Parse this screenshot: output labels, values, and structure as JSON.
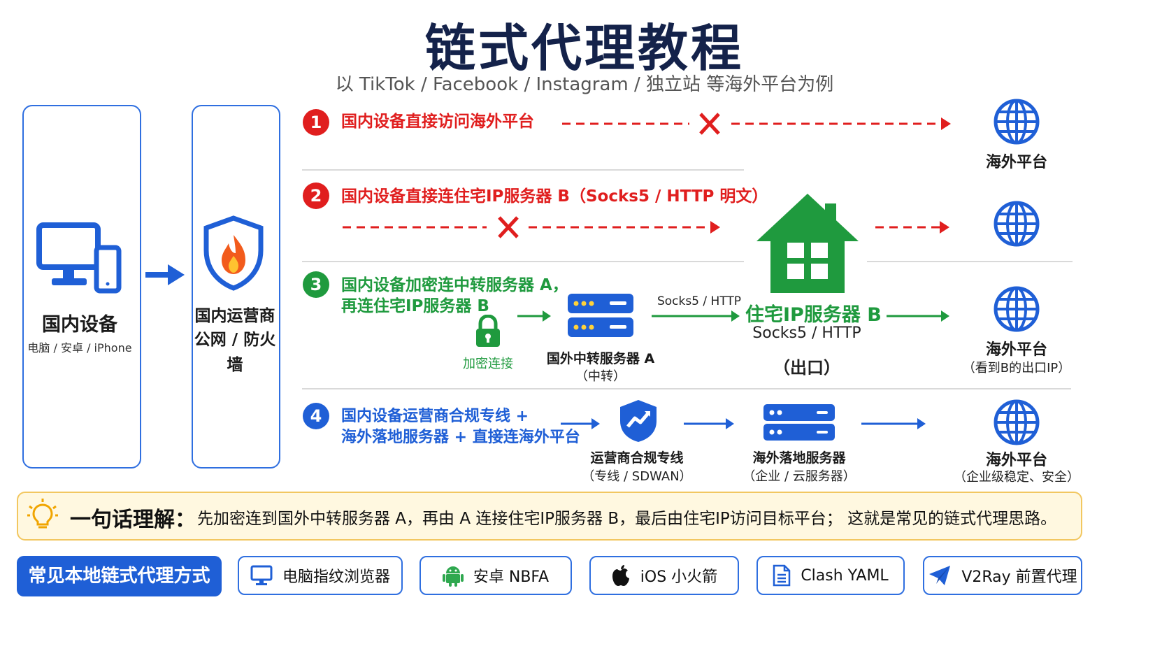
{
  "header": {
    "title": "链式代理教程",
    "subtitle": "以 TikTok / Facebook / Instagram / 独立站 等海外平台为例"
  },
  "device": {
    "label": "国内设备",
    "sub": "电脑 / 安卓 / iPhone"
  },
  "isp": {
    "line1": "国内运营商",
    "line2": "公网 / 防火墙"
  },
  "rows": [
    {
      "num": "1",
      "text": "国内设备直接访问海外平台",
      "target": "海外平台"
    },
    {
      "num": "2",
      "text": "国内设备直接连住宅IP服务器 B（Socks5 / HTTP 明文）"
    },
    {
      "num": "3",
      "line1": "国内设备加密连中转服务器 A，",
      "line2": "再连住宅IP服务器 B",
      "lock_label": "加密连接",
      "relay_label": "国外中转服务器 A",
      "relay_sub": "（中转）",
      "proto_label": "Socks5 / HTTP",
      "res_title": "住宅IP服务器 B",
      "res_proto": "Socks5 / HTTP",
      "res_exit": "（出口）",
      "target": "海外平台",
      "target_sub": "（看到B的出口IP）"
    },
    {
      "num": "4",
      "line1": "国内设备运营商合规专线 +",
      "line2": "海外落地服务器 + 直接连海外平台",
      "line_label": "运营商合规专线",
      "line_sub": "（专线 / SDWAN）",
      "land_label": "海外落地服务器",
      "land_sub": "（企业 / 云服务器）",
      "target": "海外平台",
      "target_sub": "（企业级稳定、安全）"
    }
  ],
  "summary": {
    "label": "一句话理解：",
    "text": "先加密连到国外中转服务器 A，再由 A 连接住宅IP服务器 B，最后由住宅IP访问目标平台；  这就是常见的链式代理思路。"
  },
  "bottom": {
    "title": "常见本地链式代理方式",
    "chips": [
      {
        "label": "电脑指纹浏览器",
        "icon": "monitor-icon"
      },
      {
        "label": "安卓  NBFA",
        "icon": "android-icon"
      },
      {
        "label": "iOS 小火箭",
        "icon": "apple-icon"
      },
      {
        "label": "Clash YAML",
        "icon": "document-icon"
      },
      {
        "label": "V2Ray 前置代理",
        "icon": "paper-plane-icon"
      }
    ]
  },
  "colors": {
    "red": "#e01e1e",
    "green": "#1f9a3e",
    "blue": "#1f5fd6",
    "title": "#14224a",
    "summary_bg": "#fff8e0",
    "summary_border": "#f2c760"
  }
}
